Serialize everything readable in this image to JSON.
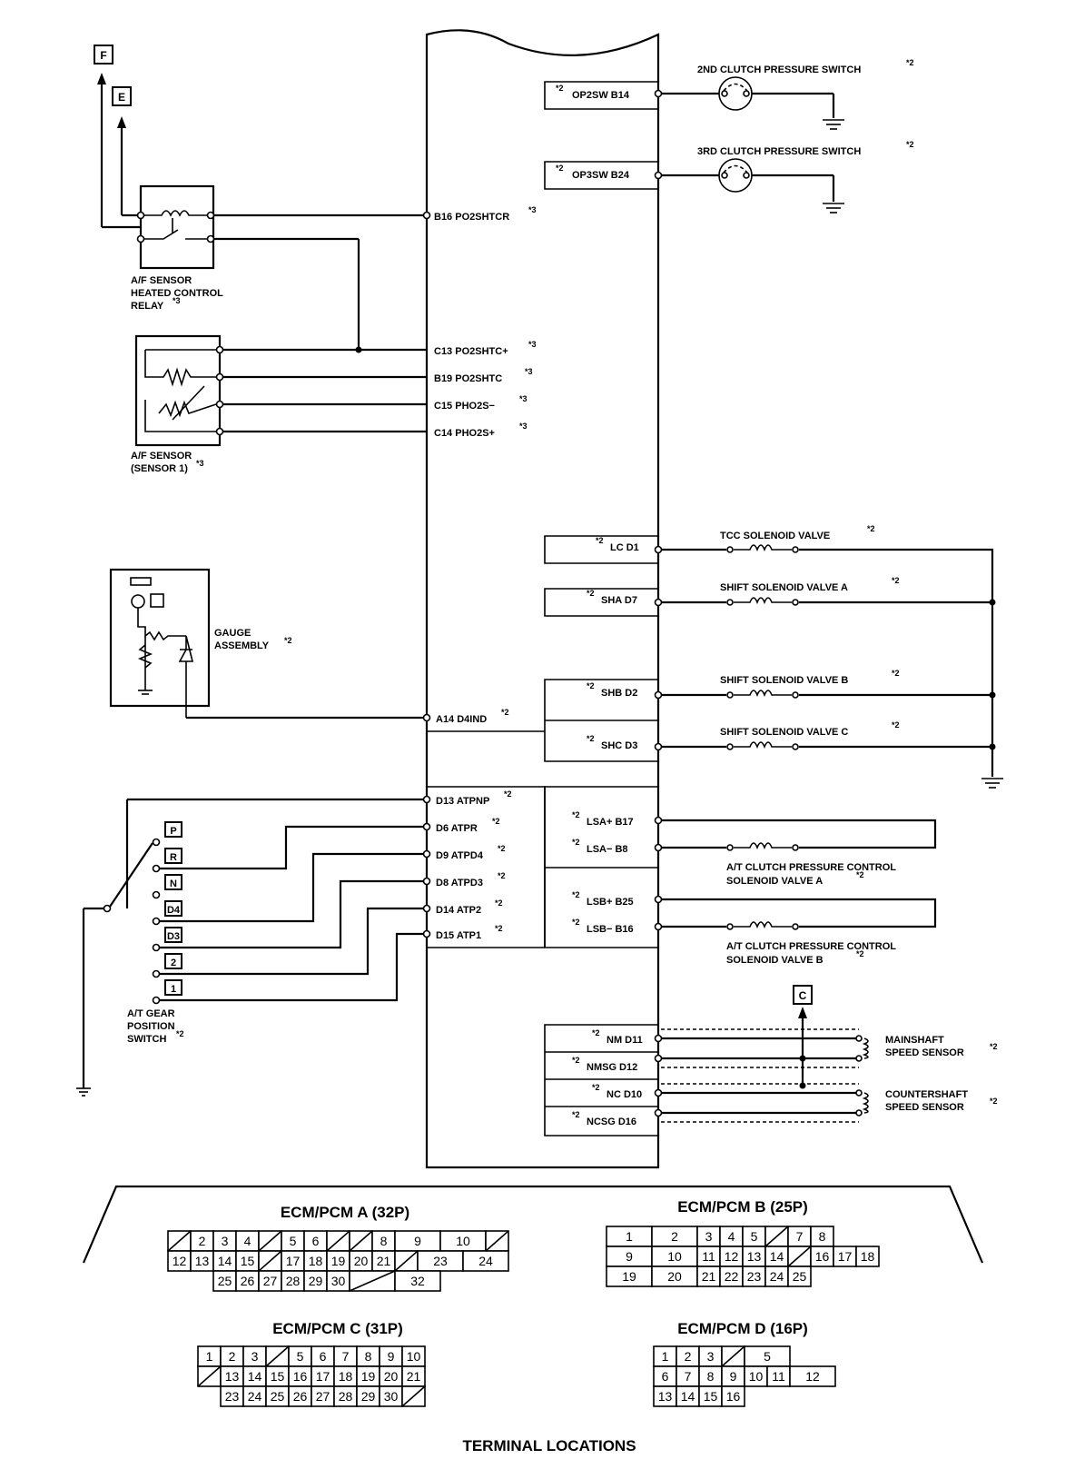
{
  "connectors": {
    "F": "F",
    "E": "E",
    "C": "C"
  },
  "components": {
    "af_relay": [
      "A/F SENSOR",
      "HEATED CONTROL",
      "RELAY"
    ],
    "af_relay_mark": "*3",
    "af_sensor": [
      "A/F SENSOR",
      "(SENSOR 1)"
    ],
    "af_sensor_mark": "*3",
    "gauge": [
      "GAUGE",
      "ASSEMBLY"
    ],
    "gauge_mark": "*2",
    "gear_switch": [
      "A/T GEAR",
      "POSITION",
      "SWITCH"
    ],
    "gear_switch_mark": "*2",
    "clutch2": "2ND CLUTCH PRESSURE SWITCH",
    "clutch3": "3RD CLUTCH PRESSURE SWITCH",
    "tcc": "TCC SOLENOID VALVE",
    "shift_a": "SHIFT SOLENOID VALVE A",
    "shift_b": "SHIFT SOLENOID VALVE B",
    "shift_c": "SHIFT SOLENOID VALVE C",
    "lsa": [
      "A/T CLUTCH PRESSURE CONTROL",
      "SOLENOID VALVE A"
    ],
    "lsb": [
      "A/T CLUTCH PRESSURE CONTROL",
      "SOLENOID VALVE B"
    ],
    "mainshaft": [
      "MAINSHAFT",
      "SPEED SENSOR"
    ],
    "countershaft": [
      "COUNTERSHAFT",
      "SPEED SENSOR"
    ],
    "mark2": "*2",
    "mark3": "*3"
  },
  "gear_positions": [
    "P",
    "R",
    "N",
    "D4",
    "D3",
    "2",
    "1"
  ],
  "left_terminals": [
    {
      "label": "B16 PO2SHTCR",
      "mark": "*3"
    },
    {
      "label": "C13 PO2SHTC+",
      "mark": "*3"
    },
    {
      "label": "B19 PO2SHTC",
      "mark": "*3"
    },
    {
      "label": "C15 PHO2S−",
      "mark": "*3"
    },
    {
      "label": "C14 PHO2S+",
      "mark": "*3"
    },
    {
      "label": "A14 D4IND",
      "mark": "*2"
    },
    {
      "label": "D13 ATPNP",
      "mark": "*2"
    },
    {
      "label": "D6 ATPR",
      "mark": "*2"
    },
    {
      "label": "D9 ATPD4",
      "mark": "*2"
    },
    {
      "label": "D8 ATPD3",
      "mark": "*2"
    },
    {
      "label": "D14 ATP2",
      "mark": "*2"
    },
    {
      "label": "D15 ATP1",
      "mark": "*2"
    }
  ],
  "right_terminals": [
    {
      "mark": "*2",
      "label": "OP2SW B14"
    },
    {
      "mark": "*2",
      "label": "OP3SW B24"
    },
    {
      "mark": "*2",
      "label": "LC D1"
    },
    {
      "mark": "*2",
      "label": "SHA D7"
    },
    {
      "mark": "*2",
      "label": "SHB D2"
    },
    {
      "mark": "*2",
      "label": "SHC D3"
    },
    {
      "mark": "*2",
      "label": "LSA+ B17"
    },
    {
      "mark": "*2",
      "label": "LSA− B8"
    },
    {
      "mark": "*2",
      "label": "LSB+ B25"
    },
    {
      "mark": "*2",
      "label": "LSB− B16"
    },
    {
      "mark": "*2",
      "label": "NM D11"
    },
    {
      "mark": "*2",
      "label": "NMSG D12"
    },
    {
      "mark": "*2",
      "label": "NC D10"
    },
    {
      "mark": "*2",
      "label": "NCSG D16"
    }
  ],
  "terminal_locations": {
    "title": "TERMINAL  LOCATIONS",
    "a": {
      "title": "ECM/PCM  A (32P)",
      "row1": [
        "",
        "2",
        "3",
        "4",
        "",
        "5",
        "6",
        "",
        "",
        "8",
        "9",
        "10",
        ""
      ],
      "row2": [
        "12",
        "13",
        "14",
        "15",
        "",
        "17",
        "18",
        "19",
        "20",
        "21",
        "",
        "23",
        "24"
      ],
      "row3": [
        "25",
        "26",
        "27",
        "28",
        "29",
        "30",
        "",
        "32"
      ]
    },
    "b": {
      "title": "ECM/PCM  B (25P)",
      "row1": [
        "1",
        "2",
        "3",
        "4",
        "5",
        "",
        "7",
        "8"
      ],
      "row2": [
        "9",
        "10",
        "11",
        "12",
        "13",
        "14",
        "",
        "16",
        "17",
        "18"
      ],
      "row3": [
        "19",
        "20",
        "21",
        "22",
        "23",
        "24",
        "25"
      ]
    },
    "c": {
      "title": "ECM/PCM  C (31P)",
      "row1": [
        "1",
        "2",
        "3",
        "",
        "5",
        "6",
        "7",
        "8",
        "9",
        "10"
      ],
      "row2": [
        "",
        "13",
        "14",
        "15",
        "16",
        "17",
        "18",
        "19",
        "20",
        "21"
      ],
      "row3": [
        "23",
        "24",
        "25",
        "26",
        "27",
        "28",
        "29",
        "30",
        ""
      ]
    },
    "d": {
      "title": "ECM/PCM  D (16P)",
      "row1": [
        "1",
        "2",
        "3",
        "",
        "5"
      ],
      "row2": [
        "6",
        "7",
        "8",
        "9",
        "10",
        "11",
        "12"
      ],
      "row3": [
        "13",
        "14",
        "15",
        "16"
      ]
    }
  }
}
